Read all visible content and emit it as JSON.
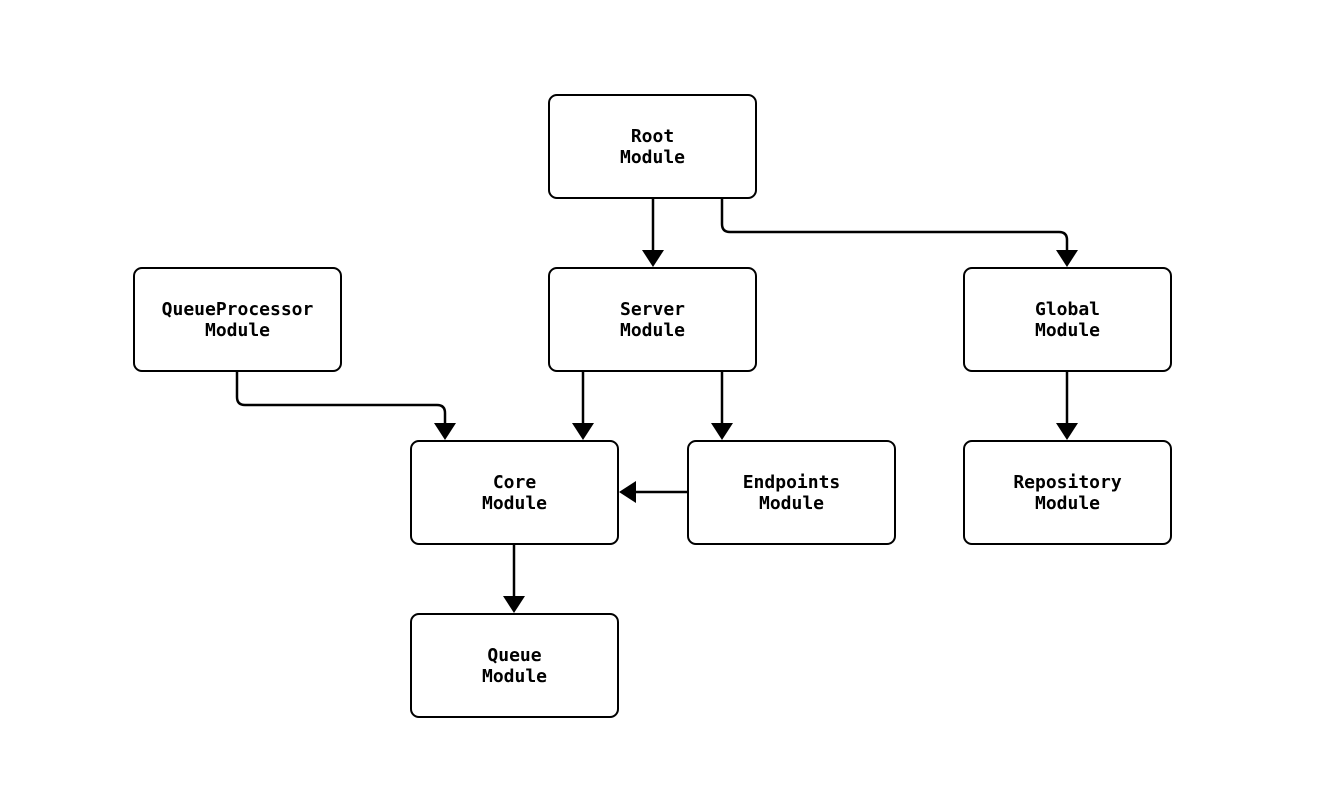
{
  "diagram": {
    "type": "flowchart",
    "colors": {
      "background": "#ffffff",
      "node_fill": "#ffffff",
      "stroke": "#000000",
      "text": "#000000"
    },
    "nodes": [
      {
        "id": "root",
        "label": "Root Module",
        "line1": "Root",
        "line2": "Module"
      },
      {
        "id": "queueprocessor",
        "label": "QueueProcessor Module",
        "line1": "QueueProcessor",
        "line2": "Module"
      },
      {
        "id": "server",
        "label": "Server Module",
        "line1": "Server",
        "line2": "Module"
      },
      {
        "id": "global",
        "label": "Global Module",
        "line1": "Global",
        "line2": "Module"
      },
      {
        "id": "core",
        "label": "Core Module",
        "line1": "Core",
        "line2": "Module"
      },
      {
        "id": "endpoints",
        "label": "Endpoints Module",
        "line1": "Endpoints",
        "line2": "Module"
      },
      {
        "id": "repository",
        "label": "Repository Module",
        "line1": "Repository",
        "line2": "Module"
      },
      {
        "id": "queue",
        "label": "Queue Module",
        "line1": "Queue",
        "line2": "Module"
      }
    ],
    "edges": [
      {
        "from": "Root Module",
        "to": "Server Module"
      },
      {
        "from": "Root Module",
        "to": "Global Module"
      },
      {
        "from": "QueueProcessor Module",
        "to": "Core Module"
      },
      {
        "from": "Server Module",
        "to": "Core Module"
      },
      {
        "from": "Server Module",
        "to": "Endpoints Module"
      },
      {
        "from": "Endpoints Module",
        "to": "Core Module"
      },
      {
        "from": "Global Module",
        "to": "Repository Module"
      },
      {
        "from": "Core Module",
        "to": "Queue Module"
      }
    ]
  }
}
